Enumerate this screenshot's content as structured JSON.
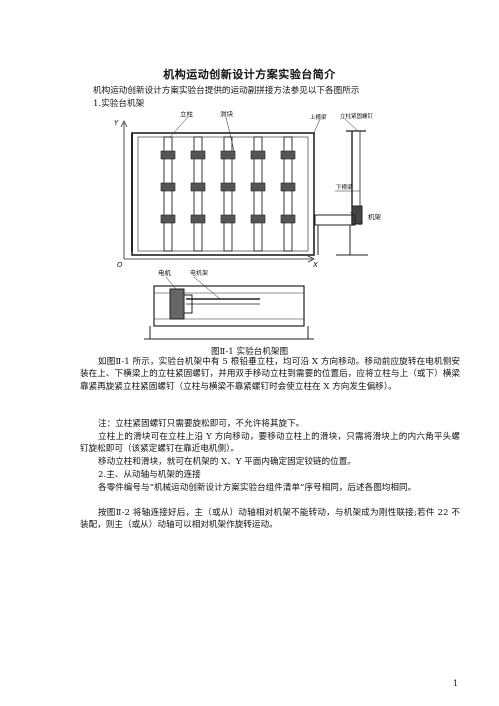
{
  "title": "机构运动创新设计方案实验台简介",
  "intro": "机构运动创新设计方案实验台提供的运动副拼接方法参见以下各图所示",
  "section1": "1.实验台机架",
  "figure": {
    "labels": {
      "column": "立柱",
      "slider": "滑块",
      "upper_beam": "上横梁",
      "bolt": "立柱紧固螺钉",
      "lower_beam": "下横梁",
      "frame": "机架",
      "motor": "电机",
      "motor_frame": "电机架",
      "axis_y": "Y",
      "axis_x": "X",
      "origin": "O"
    },
    "caption": "图Ⅱ-1  实验台机架图"
  },
  "p1": "如图Ⅱ-1 所示，实验台机架中有 5 根铅垂立柱，均可沿 X 方向移动。移动前应旋转在电机侧安装在上、下横梁上的立柱紧固螺钉，并用双手移动立柱到需要的位置后，应将立柱与上（或下）横梁靠紧再旋紧立柱紧固螺钉（立柱与横梁不靠紧螺钉时会使立柱在 X 方向发生偏移）。",
  "p2": "注：立柱紧固螺钉只需要旋松即可，不允许将其旋下。",
  "p3": "立柱上的滑块可在立柱上沿 Y 方向移动，要移动立柱上的滑块，只需将滑块上的内六角平头螺钉旋松即可（该紧定螺钉在靠近电机侧）。",
  "p4": "移动立柱和滑块，就可在机架的 X、Y 平面内确定固定铰链的位置。",
  "section2": "2.主、从动轴与机架的连接",
  "p5": "各零件编号与“机械运动创新设计方案实验台组件清单”序号相同，后述各图均相同。",
  "p6": "按图Ⅱ-2 将轴连接好后，主（或从）动轴相对机架不能转动，与机架成为刚性联接;若件 22 不装配，则主（或从）动轴可以相对机架作旋转运动。",
  "page_number": "1"
}
